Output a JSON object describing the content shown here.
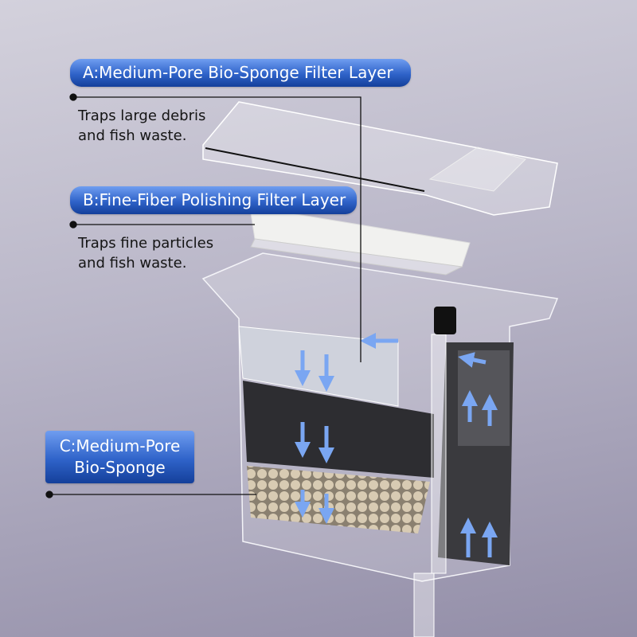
{
  "labels": {
    "a": {
      "title": "A:Medium-Pore Bio-Sponge Filter Layer",
      "line1": "Traps large debris",
      "line2": "and fish waste."
    },
    "b": {
      "title": "B:Fine-Fiber Polishing Filter Layer",
      "line1": "Traps fine particles",
      "line2": "and fish waste."
    },
    "c": {
      "line1": "C:Medium-Pore",
      "line2": "Bio-Sponge"
    }
  },
  "colors": {
    "accent": "#2f63c9",
    "arrow": "#6f9df0"
  }
}
